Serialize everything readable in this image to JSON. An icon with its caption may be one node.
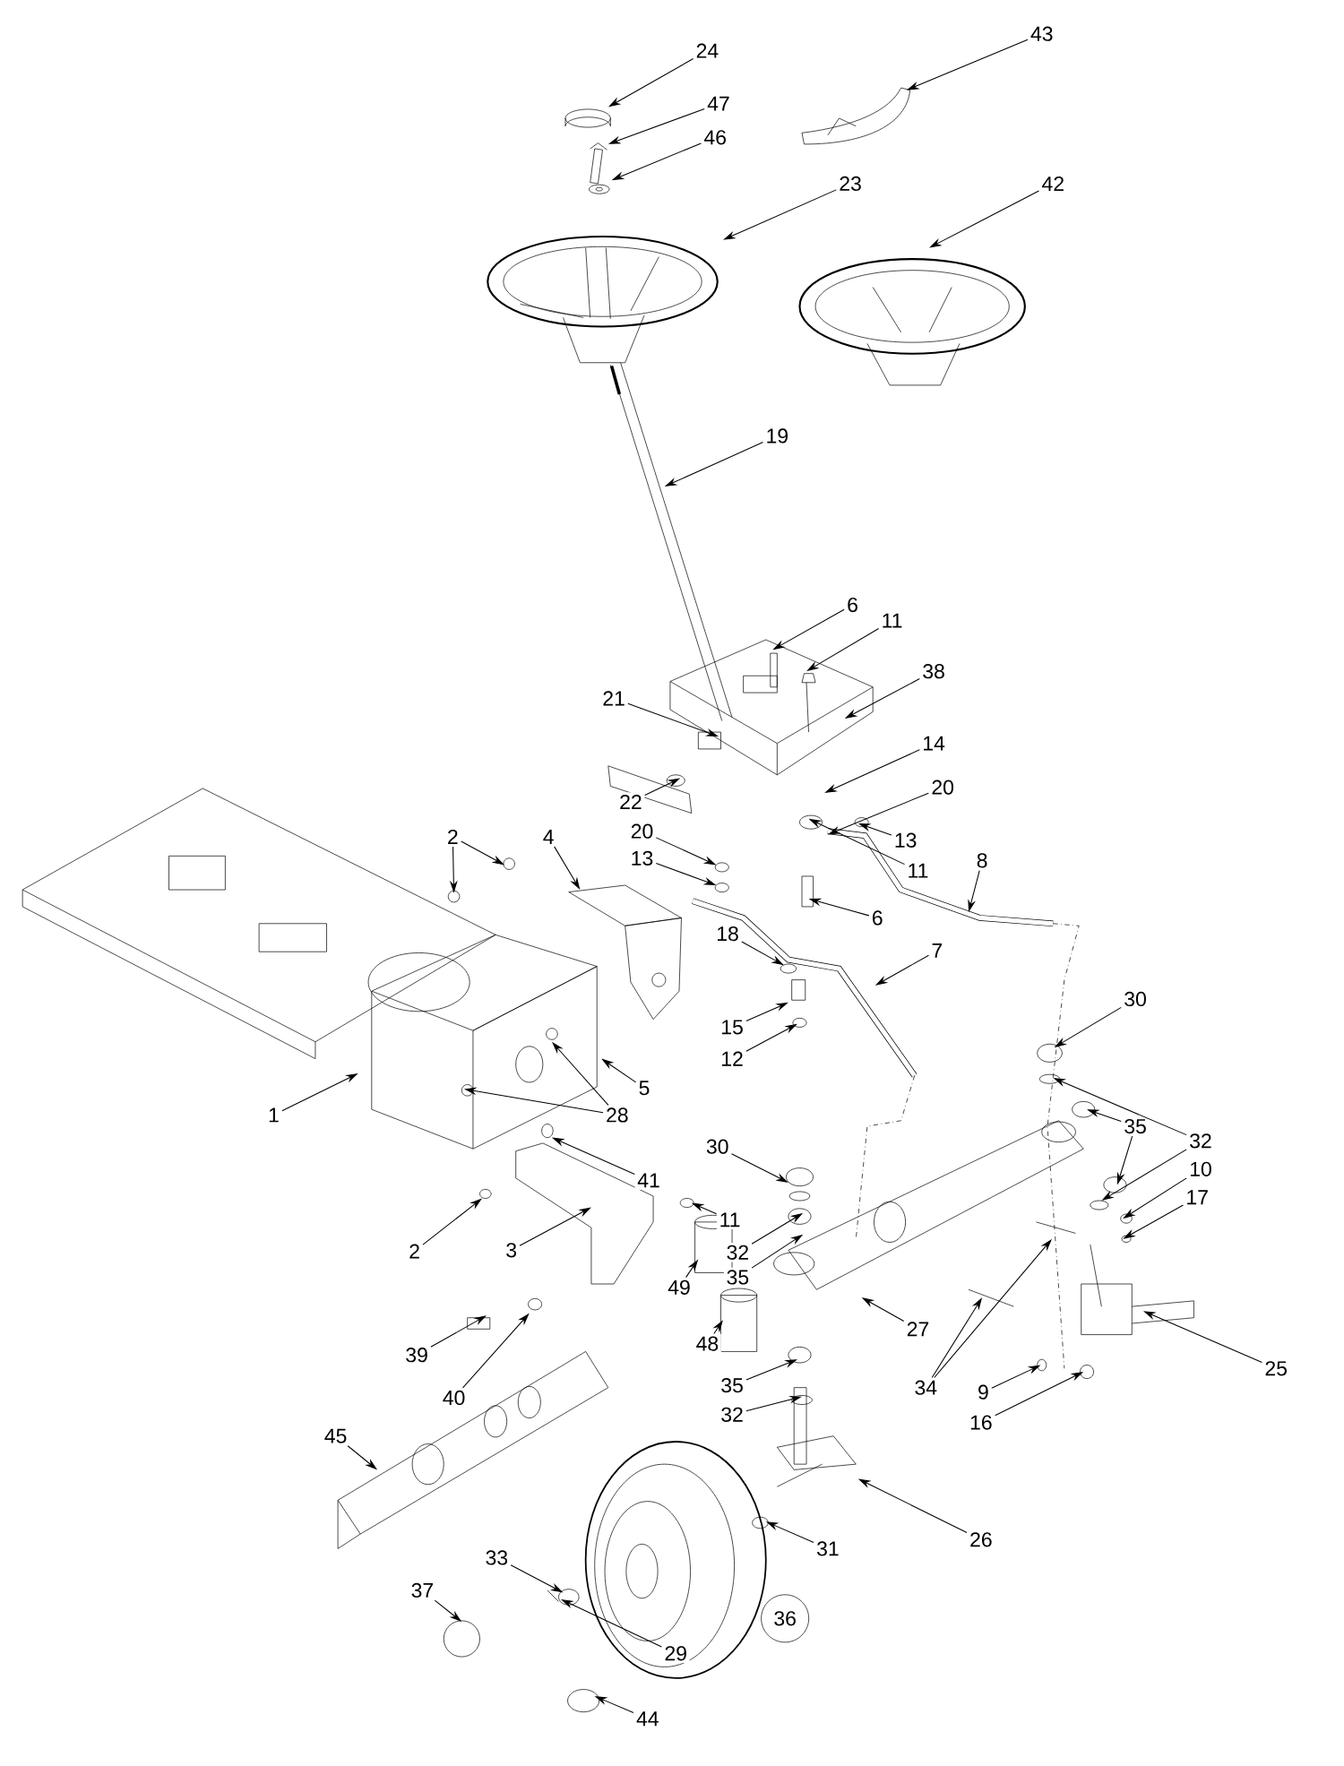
{
  "diagram": {
    "nodes": [
      {
        "text": [
          "43"
        ]
      },
      {
        "text": [
          "24"
        ]
      },
      {
        "text": [
          "47"
        ]
      },
      {
        "text": [
          "46"
        ]
      },
      {
        "text": [
          "23"
        ]
      },
      {
        "text": [
          "42"
        ]
      },
      {
        "text": [
          "19"
        ]
      },
      {
        "text": [
          "6"
        ]
      },
      {
        "text": [
          "11"
        ]
      },
      {
        "text": [
          "38"
        ]
      },
      {
        "text": [
          "21"
        ]
      },
      {
        "text": [
          "14"
        ]
      },
      {
        "text": [
          "20"
        ]
      },
      {
        "text": [
          "22"
        ]
      },
      {
        "text": [
          "13"
        ]
      },
      {
        "text": [
          "11"
        ]
      },
      {
        "text": [
          "20"
        ]
      },
      {
        "text": [
          "13"
        ]
      },
      {
        "text": [
          "6"
        ]
      },
      {
        "text": [
          "8"
        ]
      },
      {
        "text": [
          "18"
        ]
      },
      {
        "text": [
          "7"
        ]
      },
      {
        "text": [
          "2"
        ]
      },
      {
        "text": [
          "4"
        ]
      },
      {
        "text": [
          "15"
        ]
      },
      {
        "text": [
          "12"
        ]
      },
      {
        "text": [
          "30"
        ]
      },
      {
        "text": [
          "1"
        ]
      },
      {
        "text": [
          "28"
        ]
      },
      {
        "text": [
          "5"
        ]
      },
      {
        "text": [
          "41"
        ]
      },
      {
        "text": [
          "30"
        ]
      },
      {
        "text": [
          "11"
        ]
      },
      {
        "text": [
          "2"
        ]
      },
      {
        "text": [
          "3"
        ]
      },
      {
        "text": [
          "32"
        ]
      },
      {
        "text": [
          "35"
        ]
      },
      {
        "text": [
          "35"
        ]
      },
      {
        "text": [
          "32"
        ]
      },
      {
        "text": [
          "10"
        ]
      },
      {
        "text": [
          "17"
        ]
      },
      {
        "text": [
          "49"
        ]
      },
      {
        "text": [
          "39"
        ]
      },
      {
        "text": [
          "40"
        ]
      },
      {
        "text": [
          "48"
        ]
      },
      {
        "text": [
          "27"
        ]
      },
      {
        "text": [
          "34"
        ]
      },
      {
        "text": [
          "35"
        ]
      },
      {
        "text": [
          "32"
        ]
      },
      {
        "text": [
          "9"
        ]
      },
      {
        "text": [
          "16"
        ]
      },
      {
        "text": [
          "25"
        ]
      },
      {
        "text": [
          "45"
        ]
      },
      {
        "text": [
          "26"
        ]
      },
      {
        "text": [
          "31"
        ]
      },
      {
        "text": [
          "33"
        ]
      },
      {
        "text": [
          "37"
        ]
      },
      {
        "text": [
          "36"
        ]
      },
      {
        "text": [
          "29"
        ]
      },
      {
        "text": [
          "44"
        ]
      }
    ],
    "edges": [
      {
        "from": 0,
        "to": null,
        "arrow": "to"
      },
      {
        "from": 1,
        "to": null,
        "arrow": "to"
      },
      {
        "from": 2,
        "to": null,
        "arrow": "to"
      },
      {
        "from": 3,
        "to": null,
        "arrow": "to"
      },
      {
        "from": 4,
        "to": null,
        "arrow": "to"
      },
      {
        "from": 5,
        "to": null,
        "arrow": "to"
      },
      {
        "from": 6,
        "to": null,
        "arrow": "to"
      },
      {
        "from": 7,
        "to": null,
        "arrow": "to"
      },
      {
        "from": 8,
        "to": null,
        "arrow": "to"
      },
      {
        "from": 9,
        "to": null,
        "arrow": "to"
      },
      {
        "from": 10,
        "to": null,
        "arrow": "to"
      },
      {
        "from": 11,
        "to": null,
        "arrow": "to"
      },
      {
        "from": 12,
        "to": null,
        "arrow": "to"
      },
      {
        "from": 13,
        "to": null,
        "arrow": "to"
      },
      {
        "from": 14,
        "to": null,
        "arrow": "to"
      },
      {
        "from": 15,
        "to": null,
        "arrow": "to"
      },
      {
        "from": 16,
        "to": null,
        "arrow": "to"
      },
      {
        "from": 17,
        "to": null,
        "arrow": "to"
      },
      {
        "from": 18,
        "to": null,
        "arrow": "to"
      },
      {
        "from": 19,
        "to": null,
        "arrow": "to"
      },
      {
        "from": 20,
        "to": null,
        "arrow": "to"
      },
      {
        "from": 21,
        "to": null,
        "arrow": "to"
      },
      {
        "from": 22,
        "to": null,
        "arrow": "to"
      },
      {
        "from": 22,
        "to": null,
        "arrow": "to"
      },
      {
        "from": 23,
        "to": null,
        "arrow": "to"
      },
      {
        "from": 24,
        "to": null,
        "arrow": "to"
      },
      {
        "from": 25,
        "to": null,
        "arrow": "to"
      },
      {
        "from": 26,
        "to": null,
        "arrow": "to"
      },
      {
        "from": 27,
        "to": null,
        "arrow": "to"
      },
      {
        "from": 28,
        "to": null,
        "arrow": "to"
      },
      {
        "from": 28,
        "to": null,
        "arrow": "to"
      },
      {
        "from": 29,
        "to": null,
        "arrow": "to"
      },
      {
        "from": 30,
        "to": null,
        "arrow": "to"
      },
      {
        "from": 31,
        "to": null,
        "arrow": "to"
      },
      {
        "from": 32,
        "to": null,
        "arrow": "to"
      },
      {
        "from": 33,
        "to": null,
        "arrow": "to"
      },
      {
        "from": 34,
        "to": null,
        "arrow": "to"
      },
      {
        "from": 35,
        "to": null,
        "arrow": "to"
      },
      {
        "from": 36,
        "to": null,
        "arrow": "to"
      },
      {
        "from": 37,
        "to": null,
        "arrow": "to"
      },
      {
        "from": 37,
        "to": null,
        "arrow": "to"
      },
      {
        "from": 38,
        "to": null,
        "arrow": "to"
      },
      {
        "from": 38,
        "to": null,
        "arrow": "to"
      },
      {
        "from": 39,
        "to": null,
        "arrow": "to"
      },
      {
        "from": 40,
        "to": null,
        "arrow": "to"
      },
      {
        "from": 41,
        "to": null,
        "arrow": "to"
      },
      {
        "from": 42,
        "to": null,
        "arrow": "to"
      },
      {
        "from": 43,
        "to": null,
        "arrow": "to"
      },
      {
        "from": 44,
        "to": null,
        "arrow": "to"
      },
      {
        "from": 45,
        "to": null,
        "arrow": "to"
      },
      {
        "from": 46,
        "to": null,
        "arrow": "to"
      },
      {
        "from": 46,
        "to": null,
        "arrow": "to"
      },
      {
        "from": 47,
        "to": null,
        "arrow": "to"
      },
      {
        "from": 48,
        "to": null,
        "arrow": "to"
      },
      {
        "from": 49,
        "to": null,
        "arrow": "to"
      },
      {
        "from": 50,
        "to": null,
        "arrow": "to"
      },
      {
        "from": 51,
        "to": null,
        "arrow": "to"
      },
      {
        "from": 52,
        "to": null,
        "arrow": "to"
      },
      {
        "from": 53,
        "to": null,
        "arrow": "to"
      },
      {
        "from": 54,
        "to": null,
        "arrow": "to"
      },
      {
        "from": 55,
        "to": null,
        "arrow": "to"
      },
      {
        "from": 56,
        "to": null,
        "arrow": "to"
      },
      {
        "from": 58,
        "to": null,
        "arrow": "to"
      },
      {
        "from": 59,
        "to": null,
        "arrow": "to"
      }
    ]
  }
}
